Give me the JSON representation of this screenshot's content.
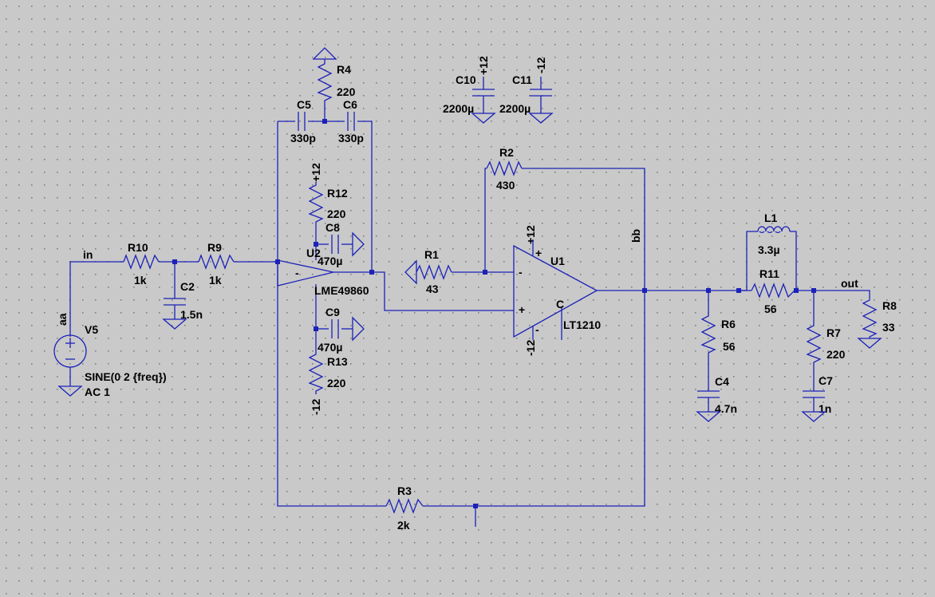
{
  "colors": {
    "background": "#c9c9c9",
    "grid_dot": "#7d7d7d",
    "wire": "#1c22b8",
    "text": "#000000"
  },
  "nets": {
    "in": "in",
    "aa": "aa",
    "bb": "bb",
    "out": "out"
  },
  "components": {
    "R10": {
      "ref": "R10",
      "value": "1k"
    },
    "R9": {
      "ref": "R9",
      "value": "1k"
    },
    "R4": {
      "ref": "R4",
      "value": "220"
    },
    "R12": {
      "ref": "R12",
      "value": "220"
    },
    "R13": {
      "ref": "R13",
      "value": "220"
    },
    "R2": {
      "ref": "R2",
      "value": "430"
    },
    "R1": {
      "ref": "R1",
      "value": "43"
    },
    "R3": {
      "ref": "R3",
      "value": "2k"
    },
    "R6": {
      "ref": "R6",
      "value": "56"
    },
    "R11": {
      "ref": "R11",
      "value": "56"
    },
    "R7": {
      "ref": "R7",
      "value": "220"
    },
    "R8": {
      "ref": "R8",
      "value": "33"
    },
    "C2": {
      "ref": "C2",
      "value": "1.5n"
    },
    "C5": {
      "ref": "C5",
      "value": "330p"
    },
    "C6": {
      "ref": "C6",
      "value": "330p"
    },
    "C8": {
      "ref": "C8",
      "value": "470µ"
    },
    "C9": {
      "ref": "C9",
      "value": "470µ"
    },
    "C10": {
      "ref": "C10",
      "value": "2200µ"
    },
    "C11": {
      "ref": "C11",
      "value": "2200µ"
    },
    "C4": {
      "ref": "C4",
      "value": "4.7n"
    },
    "C7": {
      "ref": "C7",
      "value": "1n"
    },
    "L1": {
      "ref": "L1",
      "value": "3.3µ"
    },
    "U1": {
      "ref": "U1",
      "value": "LT1210"
    },
    "U2": {
      "ref": "U2",
      "value": "LME49860"
    },
    "V5": {
      "ref": "V5",
      "value_line1": "SINE(0 2 {freq})",
      "value_line2": "AC 1"
    }
  },
  "supplies": {
    "pos": "+12",
    "neg": "-12"
  },
  "pin_marks": {
    "plus": "+",
    "minus": "-",
    "comp": "C"
  }
}
